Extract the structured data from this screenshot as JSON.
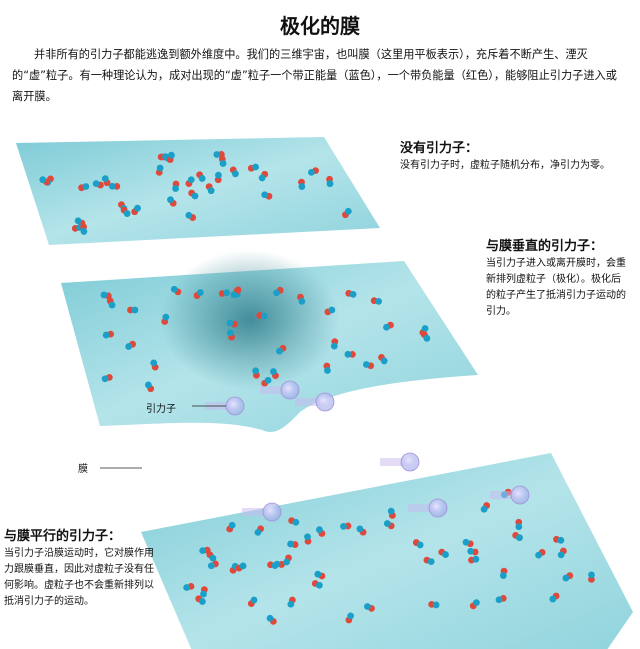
{
  "title": "极化的膜",
  "intro": "并非所有的引力子都能逃逸到额外维度中。我们的三维宇宙，也叫膜（这里用平板表示），充斥着不断产生、湮灭的“虚”粒子。有一种理论认为，成对出现的“虚”粒子一个带正能量（蓝色），一个带负能量（红色），能够阻止引力子进入或离开膜。",
  "captions": {
    "none": {
      "heading": "没有引力子：",
      "body": "没有引力子时，虚粒子随机分布，净引力为零。"
    },
    "perpendicular": {
      "heading": "与膜垂直的引力子：",
      "body": "当引力子进入或离开膜时，会重新排列虚粒子（极化）。极化后的粒子产生了抵消引力子运动的引力。"
    },
    "parallel": {
      "heading": "与膜平行的引力子：",
      "body": "当引力子沿膜运动时，它对膜作用力跟膜垂直，因此对虚粒子没有任何影响。虚粒子也不会重新排列以抵消引力子的运动。"
    }
  },
  "labels": {
    "graviton": "引力子",
    "membrane": "膜"
  },
  "colors": {
    "positive": "#1aa0c8",
    "negative": "#e0483a",
    "membrane": "#8fd3dc"
  }
}
